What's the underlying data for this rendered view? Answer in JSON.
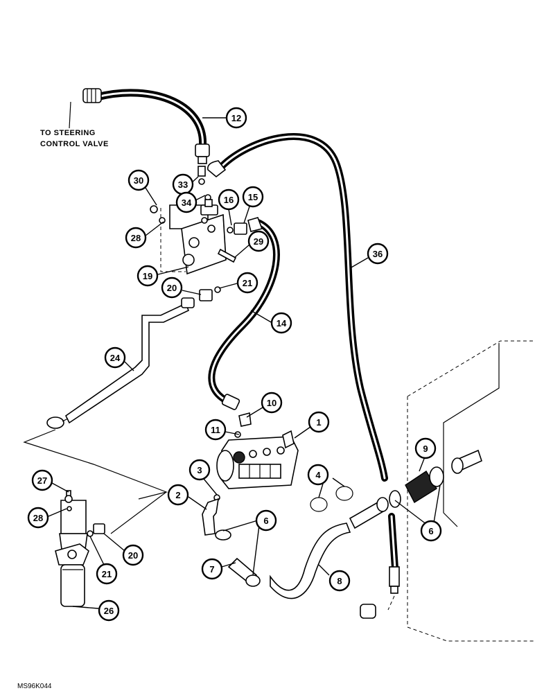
{
  "annotation": {
    "line1": "TO STEERING",
    "line2": "CONTROL VALVE"
  },
  "figure_id": "MS96K044",
  "callouts": [
    "12",
    "30",
    "33",
    "34",
    "16",
    "15",
    "28",
    "29",
    "19",
    "20",
    "21",
    "36",
    "14",
    "24",
    "10",
    "11",
    "1",
    "3",
    "4",
    "2",
    "9",
    "6",
    "27",
    "28",
    "20",
    "21",
    "7",
    "8",
    "26",
    "6"
  ]
}
